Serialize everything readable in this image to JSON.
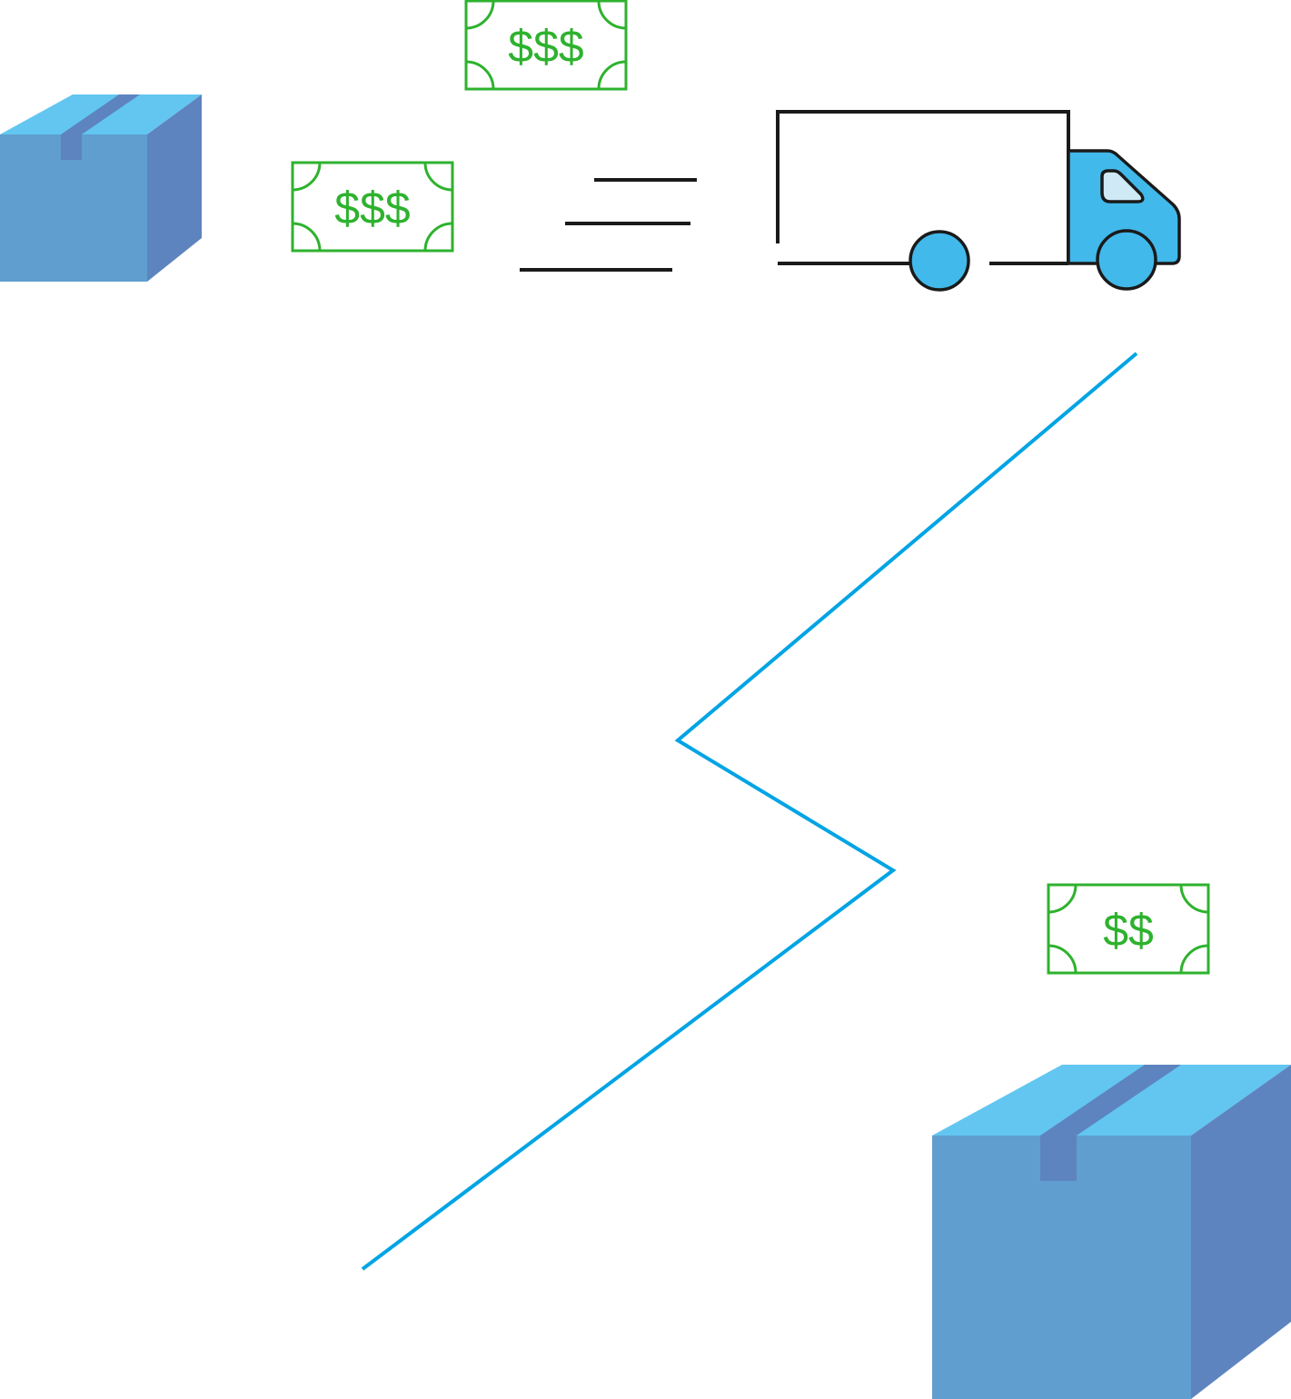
{
  "colors": {
    "box_front": "#5f9ecf",
    "box_top": "#62c6f1",
    "box_side": "#5d84bf",
    "box_tape": "#5d84bf",
    "money": "#2eb22e",
    "truck_cab": "#41b9ea",
    "truck_window": "#cfe9f5",
    "outline": "#1a1a1a",
    "route_line": "#00a4e4",
    "background": "#ffffff"
  },
  "bills": [
    {
      "id": "bill-top",
      "label": "$$$"
    },
    {
      "id": "bill-left",
      "label": "$$$"
    },
    {
      "id": "bill-bottom",
      "label": "$$"
    }
  ],
  "icons": {
    "source_package": "package-box-icon",
    "destination_package": "package-box-icon",
    "truck": "delivery-truck-icon",
    "money": "money-bill-icon",
    "speed_lines": "motion-lines-icon",
    "route": "zigzag-route-line"
  }
}
